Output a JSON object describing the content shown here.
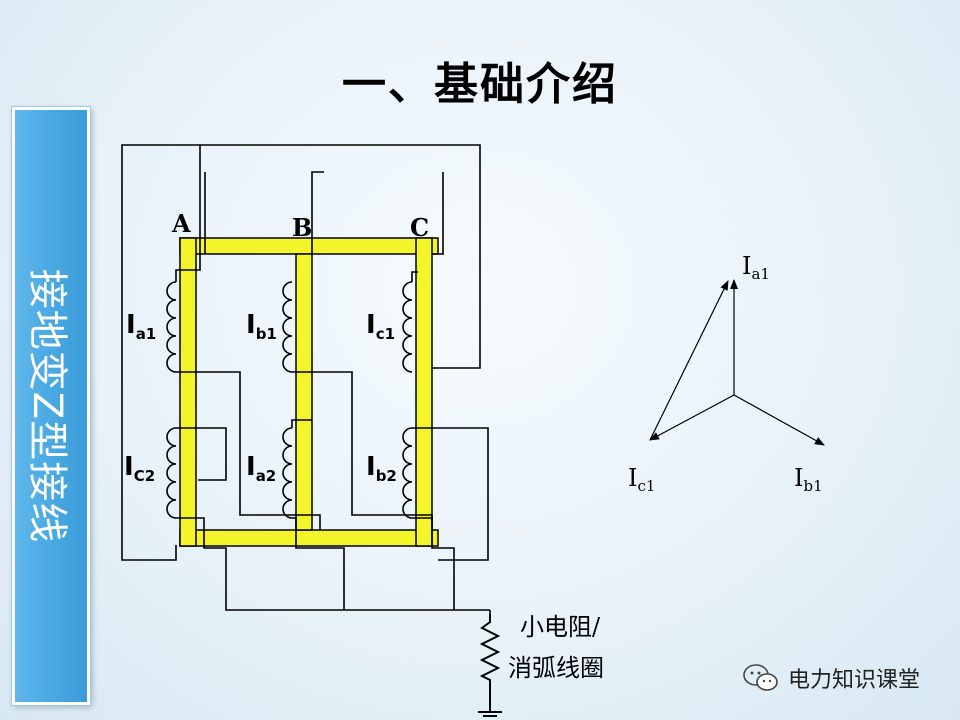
{
  "title": "一、基础介绍",
  "banner": "接地变Z型接线",
  "phases": [
    "A",
    "B",
    "C"
  ],
  "windings": {
    "a1": {
      "main": "I",
      "sub": "a1"
    },
    "b1": {
      "main": "I",
      "sub": "b1"
    },
    "c1": {
      "main": "I",
      "sub": "c1"
    },
    "c2": {
      "main": "I",
      "sub": "C2"
    },
    "a2": {
      "main": "I",
      "sub": "a2"
    },
    "b2": {
      "main": "I",
      "sub": "b2"
    }
  },
  "resistor": {
    "line1": "小电阻/",
    "line2": "消弧线圈"
  },
  "phasors": {
    "a1": {
      "main": "I",
      "sub": "a1"
    },
    "b1": {
      "main": "I",
      "sub": "b1"
    },
    "c1": {
      "main": "I",
      "sub": "c1"
    }
  },
  "watermark": "电力知识课堂",
  "icons": [
    "wechat-icon",
    "coil-icon",
    "resistor-icon",
    "ground-icon",
    "arrow-icon"
  ],
  "colors": {
    "core": "#f4f42a",
    "banner": "#49a9e3",
    "wire": "#000000"
  }
}
